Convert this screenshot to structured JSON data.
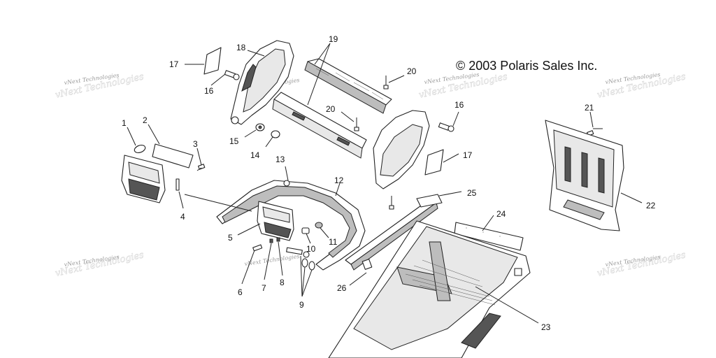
{
  "copyright": "© 2003 Polaris Sales Inc.",
  "watermark": "vNext Technologies",
  "callouts": [
    "1",
    "2",
    "3",
    "4",
    "5",
    "6",
    "7",
    "8",
    "9",
    "10",
    "11",
    "12",
    "13",
    "14",
    "15",
    "16",
    "16",
    "17",
    "17",
    "18",
    "19",
    "20",
    "20",
    "21",
    "22",
    "23",
    "24",
    "25",
    "26"
  ]
}
